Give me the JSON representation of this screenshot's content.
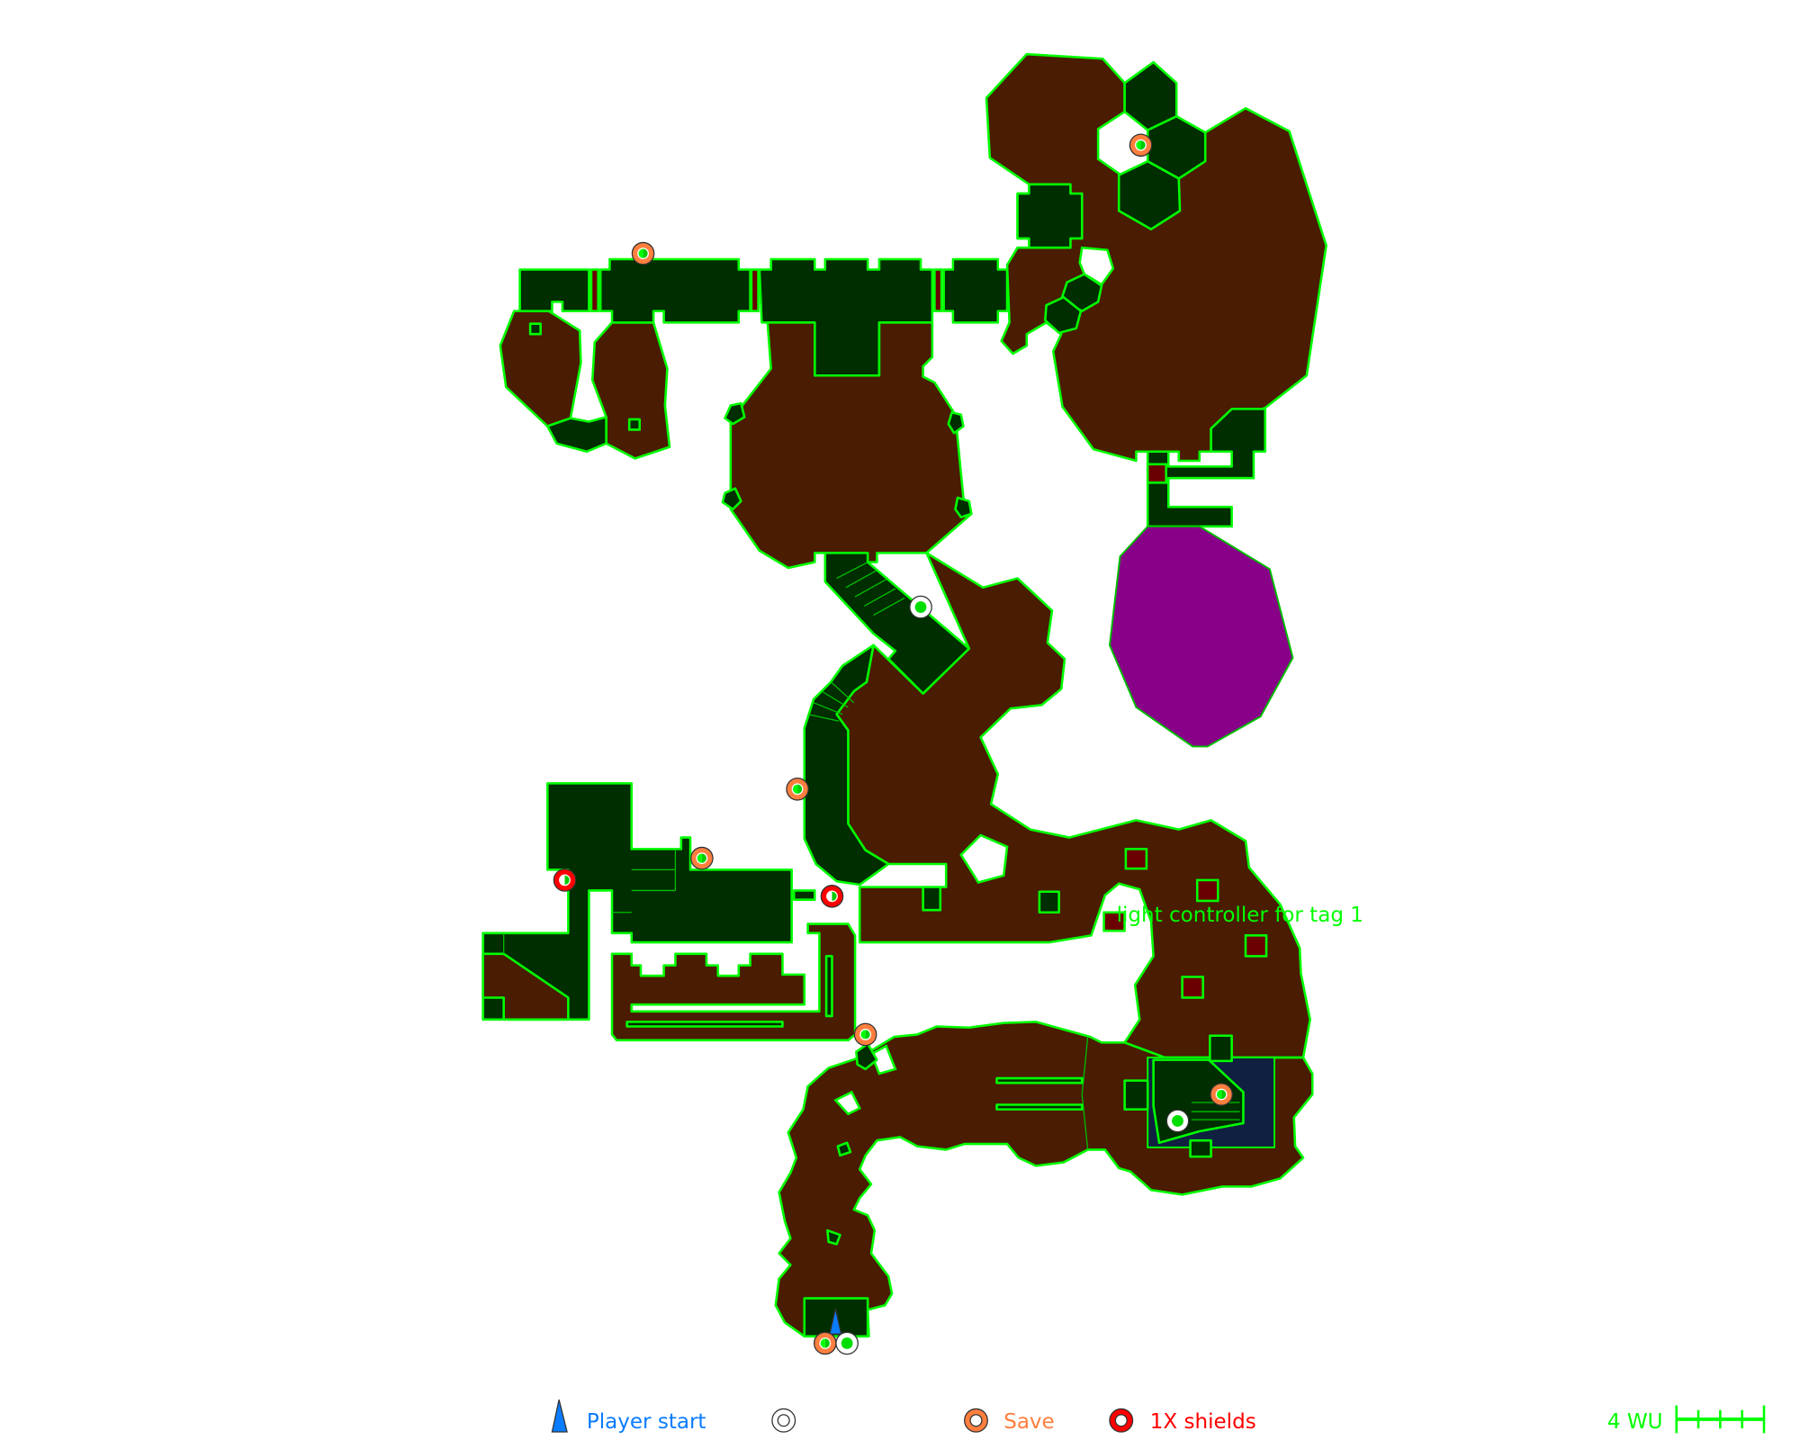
{
  "map": {
    "annotation": "light controller for tag 1",
    "colors": {
      "floor": "#4a1c02",
      "structure": "#002e00",
      "outline": "#00ff00",
      "special_zone": "#880088",
      "hazard_block": "#6b0000",
      "machinery": "#102040"
    }
  },
  "legend": {
    "player_start": {
      "label": "Player start",
      "color": "#0a7cff",
      "icon": "triangle-icon"
    },
    "unlabeled_marker": {
      "label": "",
      "icon": "white-ring-icon"
    },
    "save": {
      "label": "Save",
      "color": "#ff7f3f",
      "icon": "orange-ring-icon"
    },
    "shields": {
      "label": "1X shields",
      "color": "#ff0000",
      "icon": "red-ring-icon"
    },
    "scale": {
      "label": "4 WU",
      "color": "#00ff00"
    }
  }
}
